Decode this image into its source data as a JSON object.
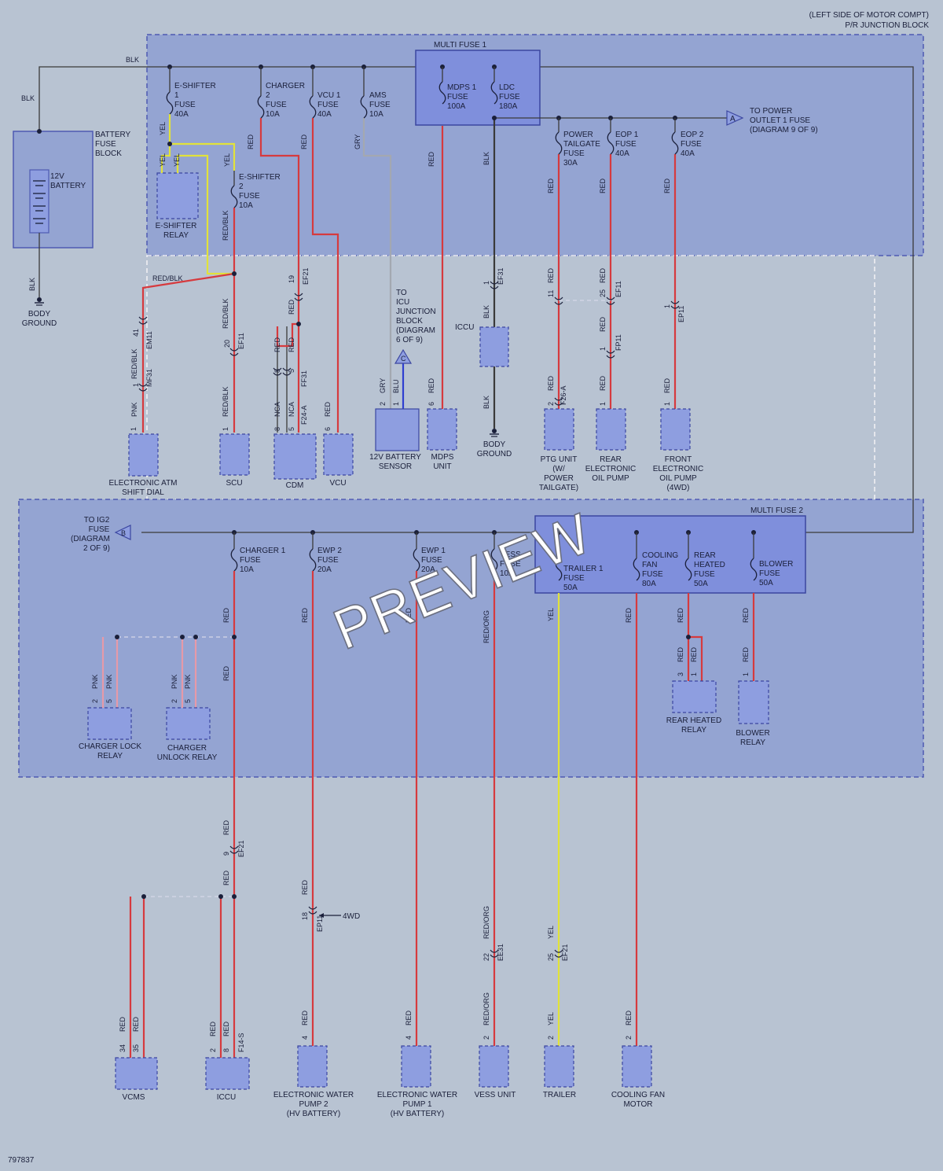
{
  "header": {
    "line1": "(LEFT SIDE OF MOTOR COMPT)",
    "line2": "P/R JUNCTION BLOCK"
  },
  "diagram_id": "797837",
  "watermark": "PREVIEW",
  "colors": {
    "background": "#b8c3d2",
    "box_fill": "#94a4d2",
    "box_border": "#4e5ab2",
    "component_fill": "#8e9ee0",
    "wire_red": "#d63a3e",
    "wire_yellow": "#e1e23a",
    "wire_black": "#3a3a3a",
    "wire_gray": "#a3a8b1",
    "wire_blue": "#2f3fd0",
    "wire_pink": "#e69aa8"
  },
  "blocks": {
    "multi_fuse_1": "MULTI FUSE 1",
    "multi_fuse_2": "MULTI FUSE 2",
    "battery_fuse_block": [
      "BATTERY",
      "FUSE",
      "BLOCK"
    ],
    "battery": [
      "12V",
      "BATTERY"
    ]
  },
  "fuses": {
    "eshifter1": [
      "E-SHIFTER",
      "1",
      "FUSE",
      "40A"
    ],
    "eshifter2": [
      "E-SHIFTER",
      "2",
      "FUSE",
      "10A"
    ],
    "charger2": [
      "CHARGER",
      "2",
      "FUSE",
      "10A"
    ],
    "vcu1": [
      "VCU 1",
      "FUSE",
      "40A"
    ],
    "ams": [
      "AMS",
      "FUSE",
      "10A"
    ],
    "mdps1": [
      "MDPS 1",
      "FUSE",
      "100A"
    ],
    "ldc": [
      "LDC",
      "FUSE",
      "180A"
    ],
    "power_tailgate": [
      "POWER",
      "TAILGATE",
      "FUSE",
      "30A"
    ],
    "eop1": [
      "EOP 1",
      "FUSE",
      "40A"
    ],
    "eop2": [
      "EOP 2",
      "FUSE",
      "40A"
    ],
    "charger1": [
      "CHARGER 1",
      "FUSE",
      "10A"
    ],
    "ewp2": [
      "EWP 2",
      "FUSE",
      "20A"
    ],
    "ewp1": [
      "EWP 1",
      "FUSE",
      "20A"
    ],
    "vess": [
      "VESS",
      "FUSE",
      "10A"
    ],
    "trailer1": [
      "TRAILER 1",
      "FUSE",
      "50A"
    ],
    "cooling_fan": [
      "COOLING",
      "FAN",
      "FUSE",
      "80A"
    ],
    "rear_heated": [
      "REAR",
      "HEATED",
      "FUSE",
      "50A"
    ],
    "blower": [
      "BLOWER",
      "FUSE",
      "50A"
    ]
  },
  "references": {
    "power_outlet": [
      "TO POWER",
      "OUTLET 1 FUSE",
      "(DIAGRAM 9 OF 9)"
    ],
    "ig2": [
      "TO IG2",
      "FUSE",
      "(DIAGRAM",
      "2 OF 9)"
    ],
    "icu_jb": [
      "TO",
      "ICU",
      "JUNCTION",
      "BLOCK",
      "(DIAGRAM",
      "6 OF 9)"
    ],
    "marker_a": "A",
    "marker_b": "B",
    "marker_c": "C",
    "body_ground": [
      "BODY",
      "GROUND"
    ],
    "fwd_note": "4WD",
    "iccu_label": "ICCU"
  },
  "components": {
    "eshifter_relay": [
      "E-SHIFTER",
      "RELAY"
    ],
    "atm_dial": [
      "ELECTRONIC ATM",
      "SHIFT DIAL"
    ],
    "scu": [
      "SCU"
    ],
    "cdm": [
      "CDM"
    ],
    "vcu": [
      "VCU"
    ],
    "battery_sensor": [
      "12V BATTERY",
      "SENSOR"
    ],
    "mdps_unit": [
      "MDPS",
      "UNIT"
    ],
    "ptg_unit": [
      "PTG UNIT",
      "(W/",
      "POWER",
      "TAILGATE)"
    ],
    "rear_oil_pump": [
      "REAR",
      "ELECTRONIC",
      "OIL PUMP"
    ],
    "front_oil_pump": [
      "FRONT",
      "ELECTRONIC",
      "OIL PUMP",
      "(4WD)"
    ],
    "charger_lock_relay": [
      "CHARGER LOCK",
      "RELAY"
    ],
    "charger_unlock_relay": [
      "CHARGER",
      "UNLOCK RELAY"
    ],
    "rear_heated_relay": [
      "REAR HEATED",
      "RELAY"
    ],
    "blower_relay": [
      "BLOWER",
      "RELAY"
    ],
    "vcms": [
      "VCMS"
    ],
    "iccu_bottom": [
      "ICCU"
    ],
    "ewp2_comp": [
      "ELECTRONIC WATER",
      "PUMP 2",
      "(HV BATTERY)"
    ],
    "ewp1_comp": [
      "ELECTRONIC WATER",
      "PUMP 1",
      "(HV BATTERY)"
    ],
    "vess_unit": [
      "VESS UNIT"
    ],
    "trailer": [
      "TRAILER"
    ],
    "cooling_fan_motor": [
      "COOLING FAN",
      "MOTOR"
    ]
  },
  "wire_colors": {
    "blk": "BLK",
    "yel": "YEL",
    "red": "RED",
    "gry": "GRY",
    "blu": "BLU",
    "pnk": "PNK",
    "nca": "NCA",
    "red_blk": "RED/BLK",
    "red_org": "RED/ORG"
  },
  "connectors": {
    "em11": "EM11",
    "ef11": "EF11",
    "ef21": "EF21",
    "ef31": "EF31",
    "ep11": "EP11",
    "fp11": "FP11",
    "mf31": "MF31",
    "ff31": "FF31",
    "f24a": "F24-A",
    "f26a": "F26-A",
    "ee31": "EE31",
    "f14s": "F14-S"
  },
  "pins": {
    "p1": "1",
    "p2": "2",
    "p3": "3",
    "p4": "4",
    "p5": "5",
    "p6": "6",
    "p8": "8",
    "p9": "9",
    "p11": "11",
    "p18": "18",
    "p19": "19",
    "p20": "20",
    "p22": "22",
    "p25": "25",
    "p34": "34",
    "p35": "35",
    "p41": "41"
  }
}
